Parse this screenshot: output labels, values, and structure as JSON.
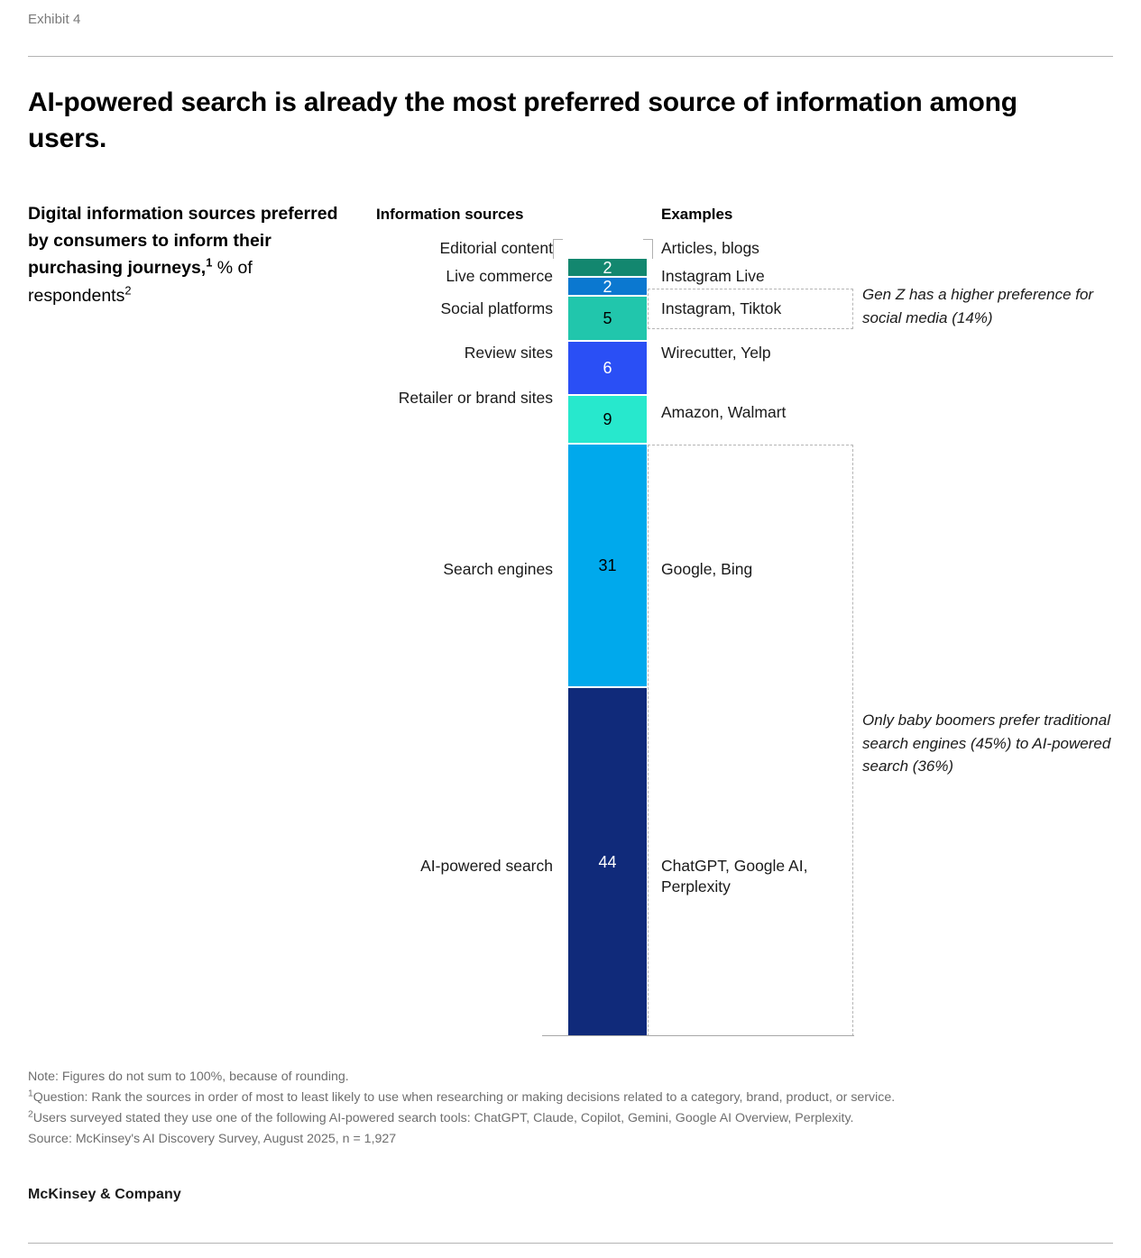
{
  "header": {
    "exhibit_label": "Exhibit 4",
    "headline": "AI-powered search is already the most preferred source of information among users."
  },
  "blurb": {
    "bold_part": "Digital information sources preferred by consumers to inform their purchasing journeys,",
    "sup1": "1",
    "regular_part": " % of respondents",
    "sup2": "2"
  },
  "columns": {
    "sources_header": "Information sources",
    "examples_header": "Examples"
  },
  "callouts": [
    {
      "text": "Gen Z has a higher preference for social media (14%)"
    },
    {
      "text": "Only baby boomers prefer traditional search engines (45%) to AI-powered search (36%)"
    }
  ],
  "notes": {
    "note": "Note: Figures do not sum to 100%, because of rounding.",
    "fn1_marker": "1",
    "fn1": "Question: Rank the sources in order of most to least likely to use when researching or making decisions related to a category, brand, product, or service.",
    "fn2_marker": "2",
    "fn2": "Users surveyed stated they use one of the following AI-powered search tools: ChatGPT, Claude, Copilot, Gemini, Google AI Overview, Perplexity.",
    "source": "Source: McKinsey's AI Discovery Survey, August 2025, n = 1,927"
  },
  "brand": "McKinsey & Company",
  "chart_data": {
    "type": "bar",
    "orientation": "vertical-stacked",
    "title": "Digital information sources preferred by consumers to inform their purchasing journeys, % of respondents",
    "xlabel": "",
    "ylabel": "% of respondents",
    "ylim": [
      0,
      99
    ],
    "grid": false,
    "legend": "none",
    "categories": [
      "Editorial content",
      "Live commerce",
      "Social platforms",
      "Review sites",
      "Retailer or brand sites",
      "Search engines",
      "AI-powered search"
    ],
    "values": [
      2,
      2,
      5,
      6,
      9,
      31,
      44
    ],
    "value_labels": [
      "2",
      "2",
      "5",
      "6",
      "9",
      "31",
      "44"
    ],
    "examples": [
      "Articles, blogs",
      "Instagram Live",
      "Instagram, Tiktok",
      "Wirecutter, Yelp",
      "Amazon, Walmart",
      "Google, Bing",
      "ChatGPT, Google AI, Perplexity"
    ],
    "colors": [
      "#13876f",
      "#0b78d0",
      "#21c6ac",
      "#2a4ff5",
      "#27e8cd",
      "#00a9ec",
      "#102a7a"
    ],
    "label_colors": [
      "#ffffff",
      "#ffffff",
      "#000000",
      "#ffffff",
      "#000000",
      "#000000",
      "#ffffff"
    ],
    "annotations": [
      "Gen Z has a higher preference for social media (14%)",
      "Only baby boomers prefer traditional search engines (45%) to AI-powered search (36%)"
    ]
  }
}
